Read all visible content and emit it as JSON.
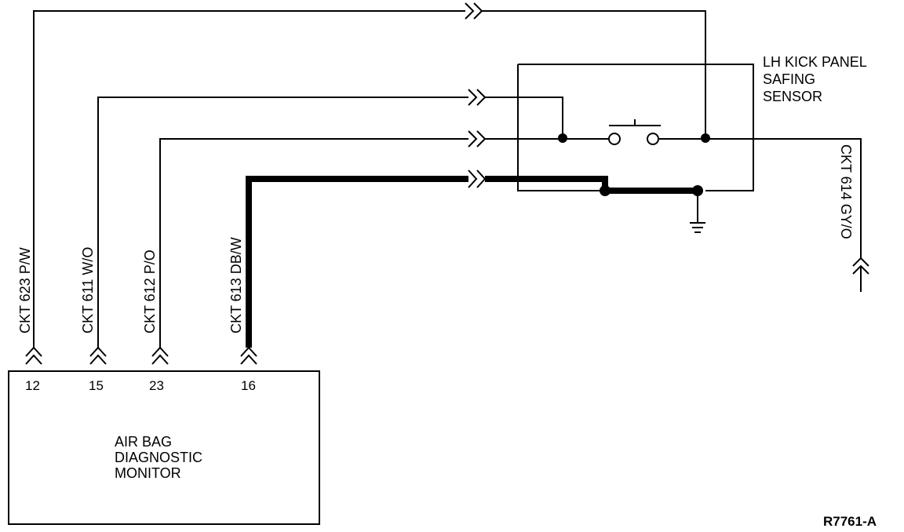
{
  "module": {
    "name_lines": [
      "AIR BAG",
      "DIAGNOSTIC",
      "MONITOR"
    ]
  },
  "pins": [
    {
      "pin": "12",
      "circuit": "CKT 623 P/W"
    },
    {
      "pin": "15",
      "circuit": "CKT 611 W/O"
    },
    {
      "pin": "23",
      "circuit": "CKT 612 P/O"
    },
    {
      "pin": "16",
      "circuit": "CKT 613 DB/W"
    }
  ],
  "sensor": {
    "name_lines": [
      "LH KICK PANEL",
      "SAFING",
      "SENSOR"
    ],
    "output_circuit": "CKT 614 GY/O"
  },
  "figure_id": "R7761-A",
  "colors": {
    "ink": "#000000",
    "paper": "#ffffff"
  }
}
